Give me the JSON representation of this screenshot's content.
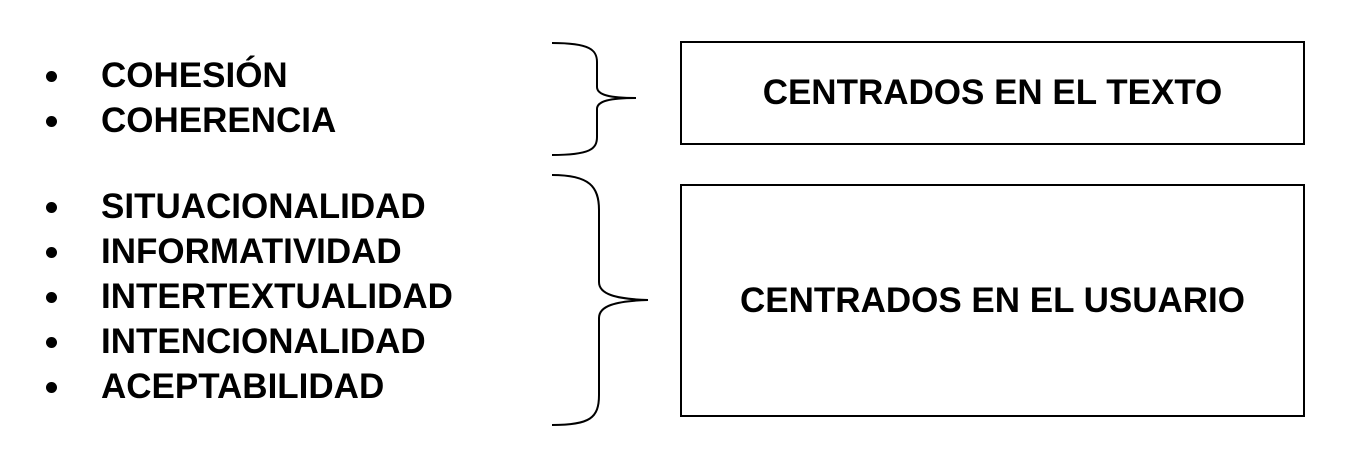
{
  "groups": [
    {
      "items": [
        "COHESIÓN",
        "COHERENCIA"
      ],
      "label": "CENTRADOS EN EL TEXTO"
    },
    {
      "items": [
        "SITUACIONALIDAD",
        "INFORMATIVIDAD",
        "INTERTEXTUALIDAD",
        "INTENCIONALIDAD",
        "ACEPTABILIDAD"
      ],
      "label": "CENTRADOS EN EL USUARIO"
    }
  ]
}
